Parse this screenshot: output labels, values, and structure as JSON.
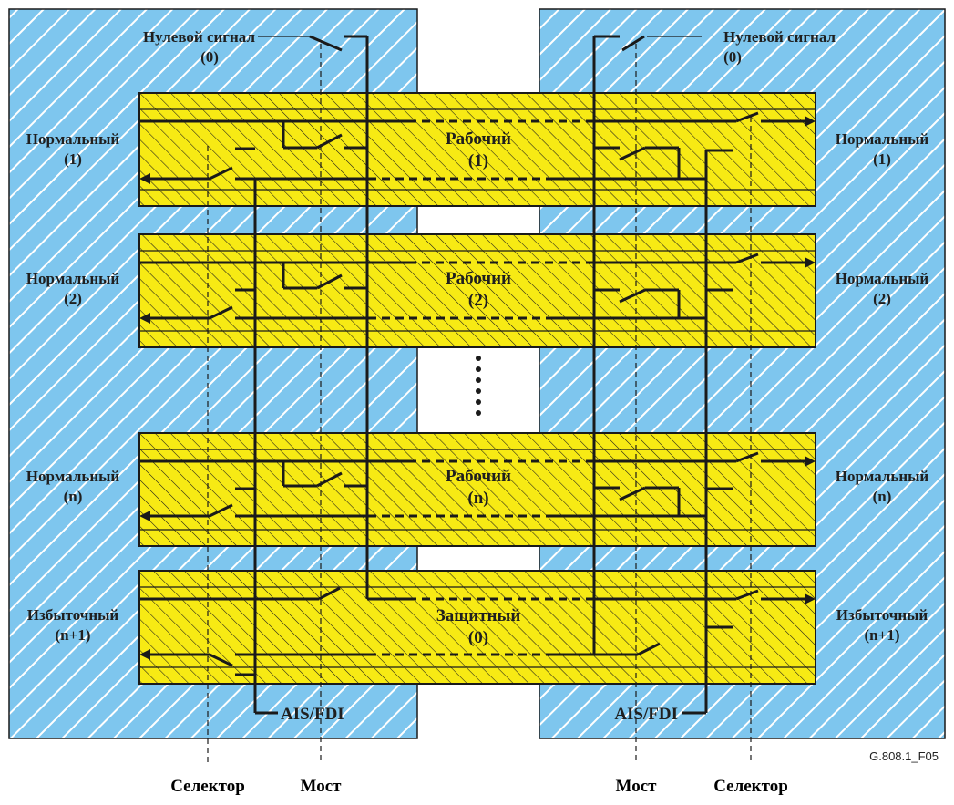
{
  "colors": {
    "panel": "#7ec6ee",
    "channel": "#f7ea14",
    "hatch": "#ffffff",
    "line": "#1a1a1a"
  },
  "top": {
    "left": {
      "name": "Нулевой сигнал",
      "num": "(0)"
    },
    "right": {
      "name": "Нулевой сигнал",
      "num": "(0)"
    }
  },
  "channels": [
    {
      "left_name": "Нормальный",
      "left_num": "(1)",
      "center_name": "Рабочий",
      "center_num": "(1)",
      "right_name": "Нормальный",
      "right_num": "(1)"
    },
    {
      "left_name": "Нормальный",
      "left_num": "(2)",
      "center_name": "Рабочий",
      "center_num": "(2)",
      "right_name": "Нормальный",
      "right_num": "(2)"
    },
    {
      "left_name": "Нормальный",
      "left_num": "(n)",
      "center_name": "Рабочий",
      "center_num": "(n)",
      "right_name": "Нормальный",
      "right_num": "(n)"
    },
    {
      "left_name": "Избыточный",
      "left_num": "(n+1)",
      "center_name": "Защитный",
      "center_num": "(0)",
      "right_name": "Избыточный",
      "right_num": "(n+1)"
    }
  ],
  "ais": {
    "left": "AIS/FDI",
    "right": "AIS/FDI"
  },
  "bottom": {
    "selector_left": "Селектор",
    "bridge_left": "Мост",
    "bridge_right": "Мост",
    "selector_right": "Селектор"
  },
  "figure_id": "G.808.1_F05"
}
